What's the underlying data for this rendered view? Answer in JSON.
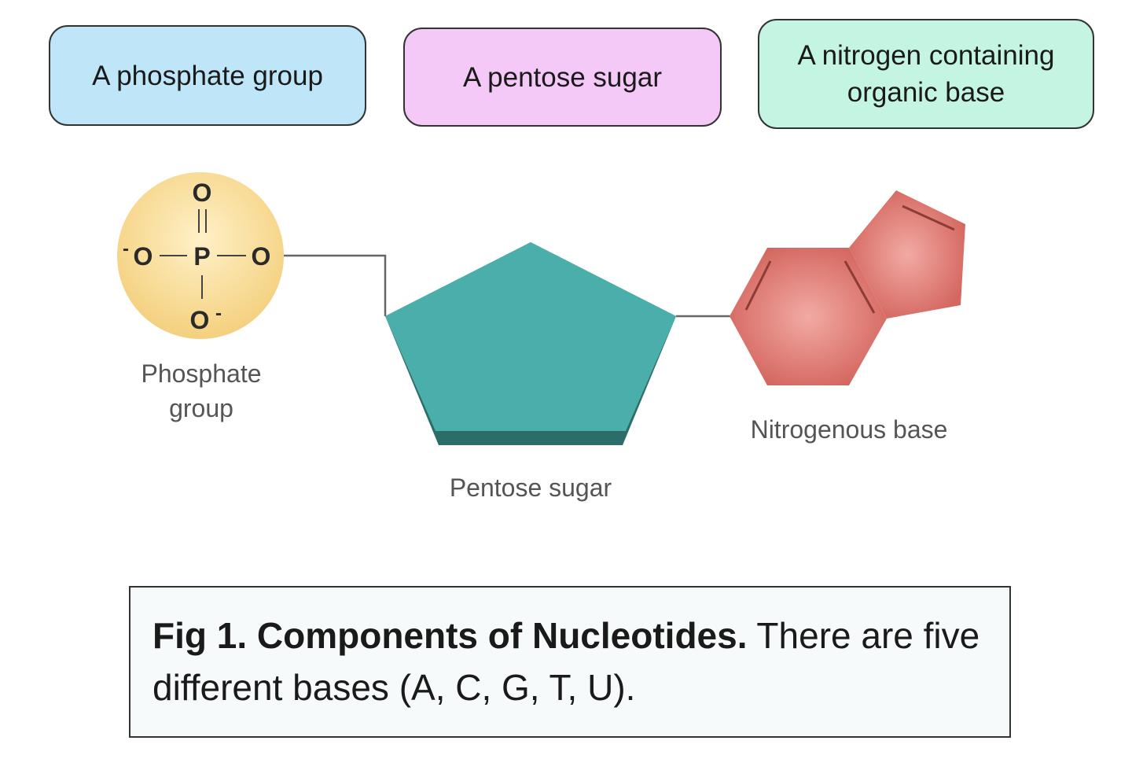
{
  "top_boxes": {
    "phosphate": {
      "text": "A phosphate group",
      "color": "#bee6f8"
    },
    "sugar": {
      "text": "A pentose sugar",
      "color": "#f4c9f8"
    },
    "base": {
      "line1": "A nitrogen containing",
      "line2": "organic base",
      "color": "#c4f5e3"
    }
  },
  "molecule": {
    "phosphate_atoms": {
      "top_oxygen": "O",
      "left_oxygen": "O",
      "left_charge": "-",
      "phosphorus": "P",
      "right_oxygen": "O",
      "bottom_oxygen": "O",
      "bottom_charge": "-"
    },
    "colors": {
      "phosphate": "#f6d98c",
      "sugar": "#4aafaa",
      "base": "#dc7068"
    }
  },
  "labels": {
    "phosphate_line1": "Phosphate",
    "phosphate_line2": "group",
    "sugar": "Pentose sugar",
    "base": "Nitrogenous base"
  },
  "caption": {
    "bold": "Fig 1. Components of Nucleotides.",
    "text": " There are five different bases (A, C, G, T, U)."
  }
}
